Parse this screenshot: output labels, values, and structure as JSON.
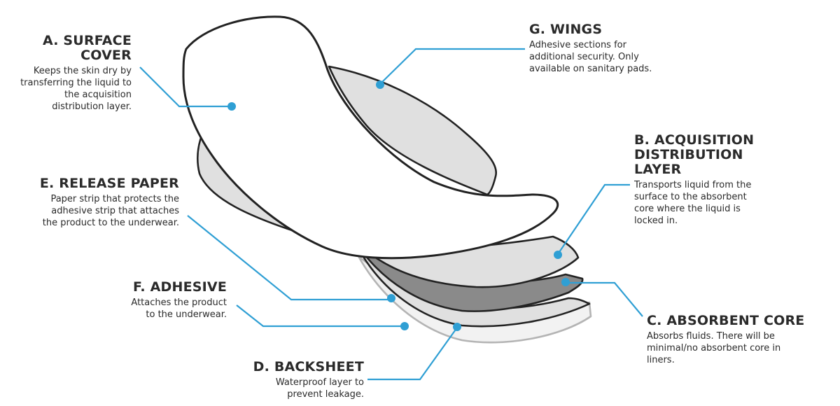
{
  "colors": {
    "leader": "#2f9fd4",
    "outline": "#222222",
    "surface_fill": "#ffffff",
    "layer_fill": "#e0e0e0",
    "core_fill": "#8a8a8a",
    "backsheet_fill": "#f2f2f2",
    "backsheet_stroke": "#b4b4b4"
  },
  "labels": {
    "a": {
      "title": "A. SURFACE\nCOVER",
      "text": "Keeps the skin dry by\ntransferring the liquid to\nthe acquisition\ndistribution layer."
    },
    "g": {
      "title": "G. WINGS",
      "text": "Adhesive sections for\nadditional security. Only\navailable on sanitary pads."
    },
    "b": {
      "title": "B. ACQUISITION\nDISTRIBUTION\nLAYER",
      "text": "Transports liquid from the\nsurface to the absorbent\ncore where the liquid is\nlocked in."
    },
    "e": {
      "title": "E. RELEASE PAPER",
      "text": "Paper strip that protects the\nadhesive strip that attaches\nthe product to the underwear."
    },
    "f": {
      "title": "F. ADHESIVE",
      "text": "Attaches the product\nto the underwear."
    },
    "c": {
      "title": "C. ABSORBENT CORE",
      "text": "Absorbs fluids. There will be\nminimal/no absorbent core in\nliners."
    },
    "d": {
      "title": "D. BACKSHEET",
      "text": "Waterproof layer to\nprevent leakage."
    }
  }
}
